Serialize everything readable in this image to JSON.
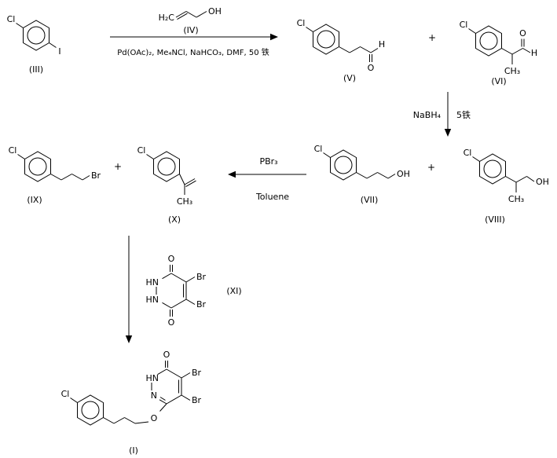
{
  "compounds": {
    "iii": {
      "label": "(III)",
      "cl": "Cl",
      "i": "I"
    },
    "iv": {
      "label": "(IV)",
      "h2c": "H₂C",
      "oh": "OH"
    },
    "v": {
      "label": "(V)",
      "cl": "Cl",
      "o": "O",
      "h": "H"
    },
    "vi": {
      "label": "(VI)",
      "cl": "Cl",
      "o": "O",
      "h": "H",
      "ch3": "CH₃"
    },
    "vii": {
      "label": "(VII)",
      "cl": "Cl",
      "oh": "OH"
    },
    "viii": {
      "label": "(VIII)",
      "cl": "Cl",
      "ch3": "CH₃",
      "oh": "OH"
    },
    "ix": {
      "label": "(IX)",
      "cl": "Cl",
      "br": "Br"
    },
    "x": {
      "label": "(X)",
      "cl": "Cl",
      "ch3": "CH₃"
    },
    "xi": {
      "label": "(XI)",
      "o_top": "O",
      "o_bottom": "O",
      "hn_top": "HN",
      "hn_bottom": "HN",
      "br_top": "Br",
      "br_bottom": "Br"
    },
    "i": {
      "label": "(I)",
      "cl": "Cl",
      "o_carbonyl": "O",
      "o_ether": "O",
      "hn": "HN",
      "n": "N",
      "br_top": "Br",
      "br_bottom": "Br"
    }
  },
  "reactions": {
    "step1": {
      "conditions": "Pd(OAc)₂, Me₄NCl, NaHCO₃, DMF, 50 铁"
    },
    "step2": {
      "reagent": "NaBH₄",
      "temperature": "5铁"
    },
    "step3": {
      "reagent": "PBr₃",
      "solvent": "Toluene"
    }
  },
  "operators": {
    "plus": "+"
  }
}
